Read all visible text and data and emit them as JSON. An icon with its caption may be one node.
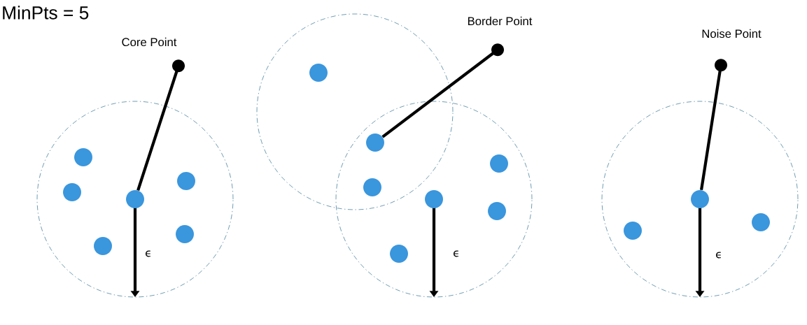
{
  "diagram": {
    "nodes": [
      {
        "text": [
          "Core Point"
        ]
      },
      {
        "text": [],
        "shape": "circle"
      },
      {
        "text": [
          "Border Point"
        ]
      },
      {
        "text": [],
        "shape": "circle"
      },
      {
        "text": [
          "Noise Point"
        ]
      },
      {
        "text": [],
        "shape": "circle"
      },
      {
        "text": [],
        "shape": "circle"
      },
      {
        "text": [],
        "shape": "circle"
      },
      {
        "text": [],
        "shape": "circle"
      },
      {
        "text": [],
        "shape": "circle"
      },
      {
        "text": [],
        "shape": "circle"
      },
      {
        "text": [],
        "shape": "circle"
      },
      {
        "text": [],
        "shape": "circle"
      },
      {
        "text": [],
        "shape": "circle"
      },
      {
        "text": [],
        "shape": "circle"
      },
      {
        "text": [],
        "shape": "circle"
      },
      {
        "text": [],
        "shape": "circle"
      },
      {
        "text": [],
        "shape": "circle"
      },
      {
        "text": [],
        "shape": "circle"
      }
    ],
    "edges": [
      {
        "from": 0,
        "to": 1,
        "arrow": "other"
      },
      {
        "from": 2,
        "to": 3,
        "arrow": "other"
      },
      {
        "from": 4,
        "to": 5,
        "arrow": "other"
      }
    ],
    "labels": [
      "MinPts = 5",
      "ϵ",
      "ϵ",
      "ϵ"
    ]
  }
}
